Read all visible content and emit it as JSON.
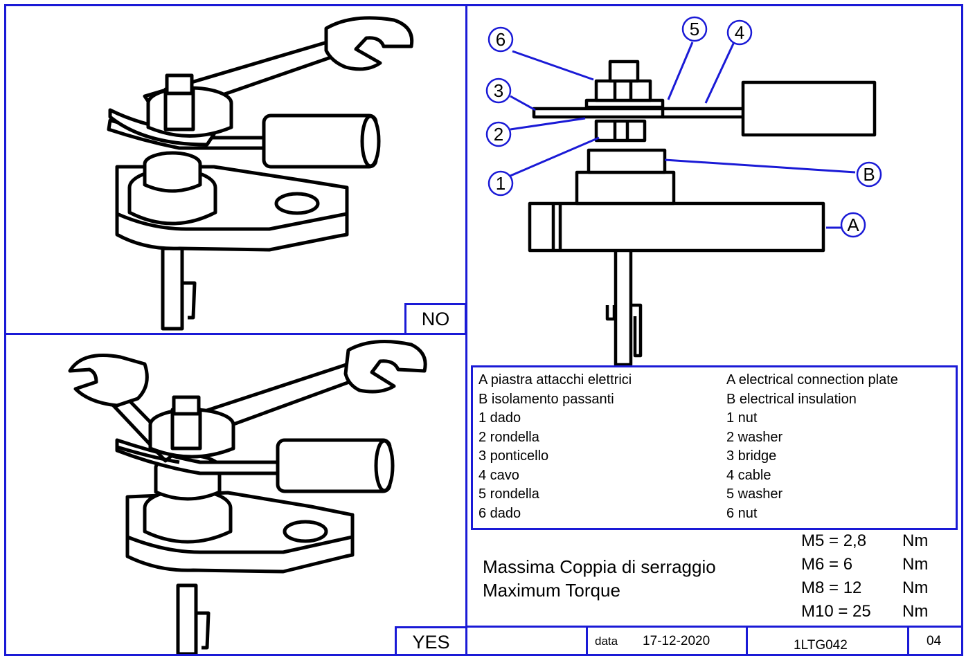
{
  "verdicts": {
    "no": "NO",
    "yes": "YES"
  },
  "callouts": [
    "6",
    "5",
    "4",
    "3",
    "2",
    "1",
    "B",
    "A"
  ],
  "legend": {
    "italian": [
      "A piastra attacchi elettrici",
      "B isolamento passanti",
      "1 dado",
      "2 rondella",
      "3 ponticello",
      "4 cavo",
      "5 rondella",
      "6 dado"
    ],
    "english": [
      "A electrical connection plate",
      "B electrical insulation",
      "1 nut",
      "2 washer",
      "3 bridge",
      "4 cable",
      "5 washer",
      "6 nut"
    ]
  },
  "torque": {
    "title_it": "Massima Coppia di serraggio",
    "title_en": "Maximum Torque",
    "rows": [
      {
        "size": "M5 = 2,8",
        "unit": "Nm"
      },
      {
        "size": "M6 = 6",
        "unit": "Nm"
      },
      {
        "size": "M8 = 12",
        "unit": "Nm"
      },
      {
        "size": "M10 = 25",
        "unit": "Nm"
      }
    ]
  },
  "title_block": {
    "date_label": "data",
    "date": "17-12-2020",
    "code": "1LTG042",
    "sheet": "04"
  },
  "colors": {
    "frame": "#1a1ad6",
    "ink": "#000000"
  }
}
